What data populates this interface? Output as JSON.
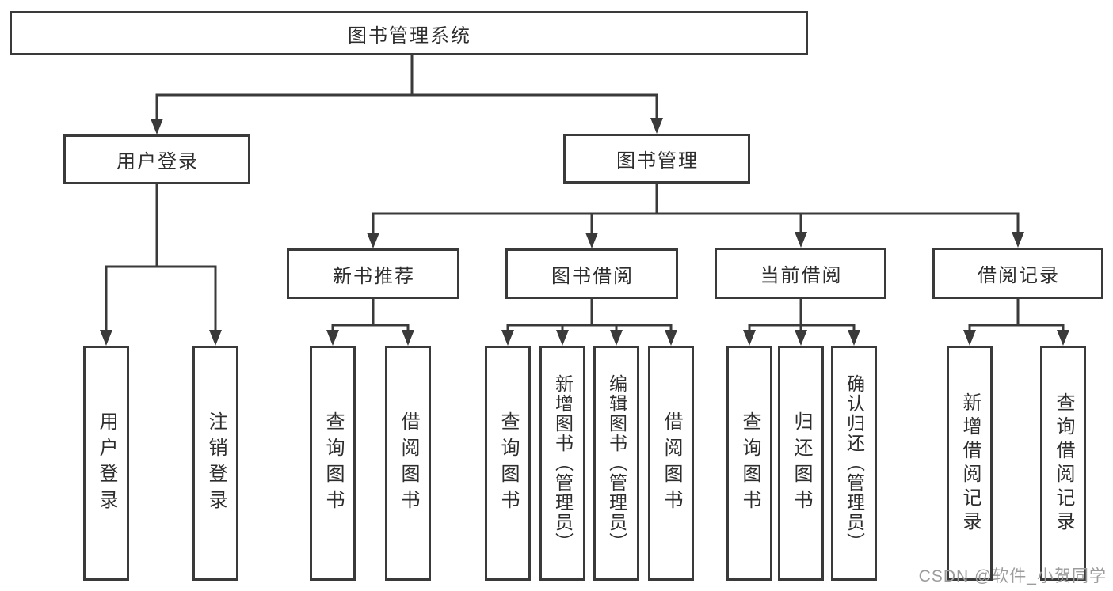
{
  "diagram": {
    "root": {
      "label": "图书管理系统"
    },
    "user_login": {
      "label": "用户登录",
      "children": {
        "login": {
          "label": "用户登录"
        },
        "logout": {
          "label": "注销登录"
        }
      }
    },
    "book_management": {
      "label": "图书管理",
      "children": {
        "new_book_recommend": {
          "label": "新书推荐",
          "children": {
            "query_books": {
              "label": "查询图书"
            },
            "borrow_books": {
              "label": "借阅图书"
            }
          }
        },
        "book_borrow": {
          "label": "图书借阅",
          "children": {
            "query_books": {
              "label": "查询图书"
            },
            "add_books_admin": {
              "label": "新增图书（管理员）"
            },
            "edit_books_admin": {
              "label": "编辑图书（管理员）"
            },
            "borrow_books": {
              "label": "借阅图书"
            }
          }
        },
        "current_borrow": {
          "label": "当前借阅",
          "children": {
            "query_books": {
              "label": "查询图书"
            },
            "return_books": {
              "label": "归还图书"
            },
            "confirm_return_admin": {
              "label": "确认归还（管理员）"
            }
          }
        },
        "borrow_records": {
          "label": "借阅记录",
          "children": {
            "add_borrow_record": {
              "label": "新增借阅记录"
            },
            "query_borrow_record": {
              "label": "查询借阅记录"
            }
          }
        }
      }
    }
  },
  "watermark": {
    "text": "CSDN @软件_小贺同学"
  },
  "colors": {
    "line": "#3a3a3a",
    "border": "#3a3a3a",
    "text": "#2d2d2d",
    "watermark": "#9c9c9c",
    "background": "#ffffff"
  }
}
